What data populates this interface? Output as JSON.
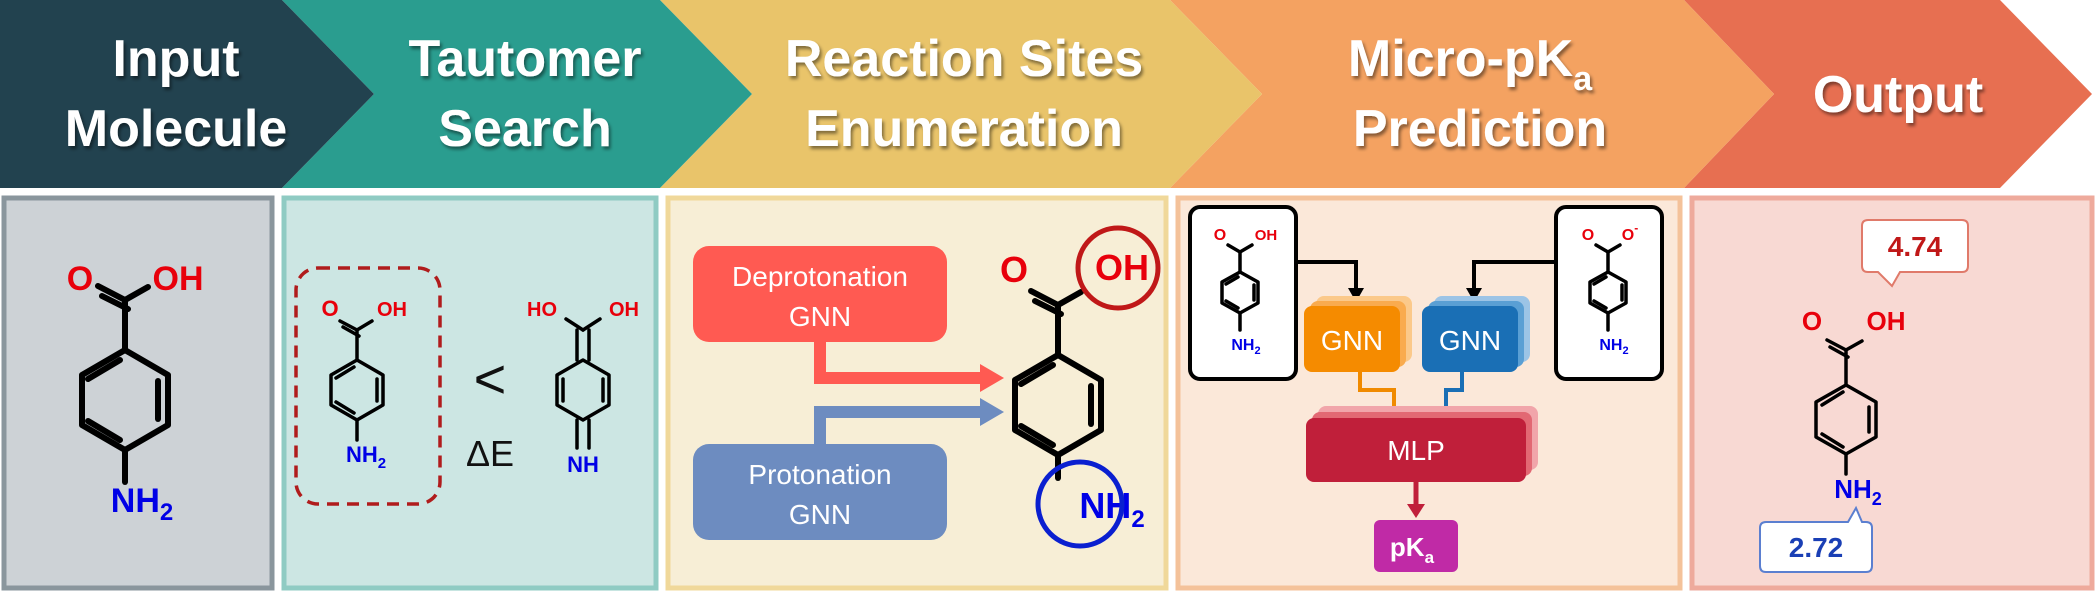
{
  "header": {
    "stages": [
      {
        "line1": "Input",
        "line2": "Molecule",
        "color": "#22424f"
      },
      {
        "line1": "Tautomer",
        "line2": "Search",
        "color": "#2a9d8f"
      },
      {
        "line1": "Reaction Sites",
        "line2": "Enumeration",
        "color": "#e9c46a"
      },
      {
        "line1": "Micro-pK",
        "line1_sub": "a",
        "line2": "Prediction",
        "color": "#f4a261"
      },
      {
        "line1": "Output",
        "line2": "",
        "color": "#e76f51"
      }
    ]
  },
  "panels": {
    "input": {
      "o": "O",
      "oh": "OH",
      "nh": "NH",
      "nh_sub": "2"
    },
    "tautomer": {
      "left": {
        "o": "O",
        "oh": "OH",
        "nh": "NH",
        "nh_sub": "2"
      },
      "right": {
        "ho": "HO",
        "oh": "OH",
        "nh": "NH"
      },
      "less_than": "<",
      "delta_e": "ΔE"
    },
    "sites": {
      "deprot": {
        "line1": "Deprotonation",
        "line2": "GNN",
        "color": "#ff5a52"
      },
      "prot": {
        "line1": "Protonation",
        "line2": "GNN",
        "color": "#6d8cc0"
      },
      "mol": {
        "o": "O",
        "oh": "OH",
        "nh": "NH",
        "nh_sub": "2"
      }
    },
    "micro": {
      "left_mol": {
        "o": "O",
        "oh": "OH",
        "nh": "NH",
        "nh_sub": "2"
      },
      "right_mol": {
        "o": "O",
        "o_sup": "-",
        "nh": "NH",
        "nh_sub": "2"
      },
      "gnn_left": "GNN",
      "gnn_right": "GNN",
      "mlp": "MLP",
      "pka": "pK",
      "pka_sub": "a"
    },
    "output": {
      "o": "O",
      "oh": "OH",
      "nh": "NH",
      "nh_sub": "2",
      "pka_acid": "4.74",
      "pka_base": "2.72"
    }
  }
}
